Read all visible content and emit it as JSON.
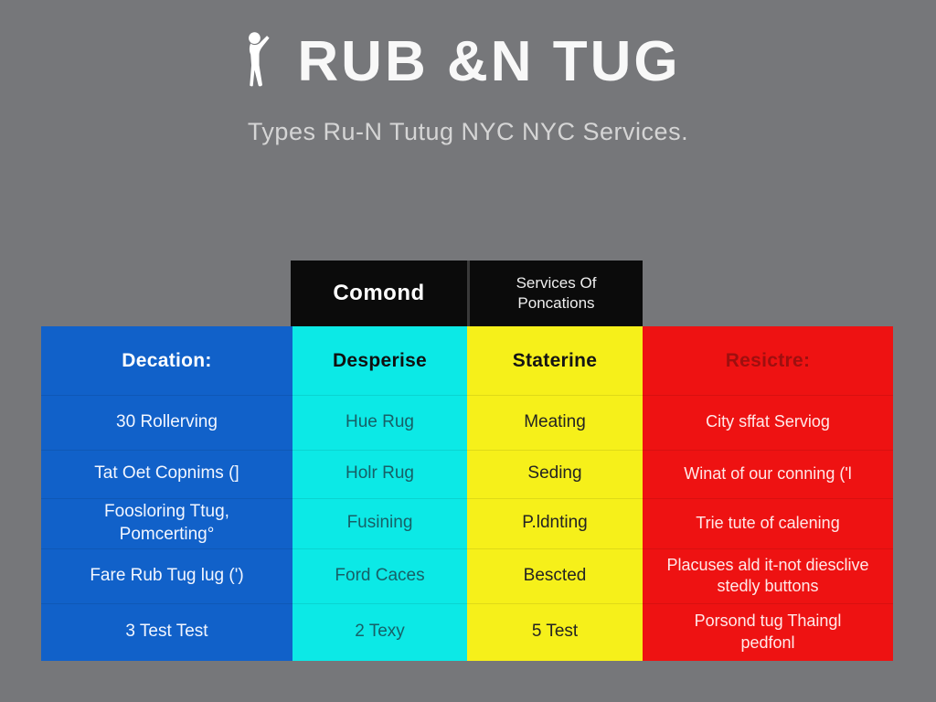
{
  "chart_data": {
    "type": "table",
    "title": "RUB &N TUG",
    "subtitle": "Types Ru-N Tutug NYC NYC Services.",
    "top_headers": [
      "Comond",
      "Services Of\nPoncations"
    ],
    "columns": [
      {
        "header": "Decation:",
        "bg": "#1161c9",
        "header_text_color": "#ffffff",
        "cell_text_color": "#f2f6ff"
      },
      {
        "header": "Desperise",
        "bg": "#0ce9e6",
        "header_text_color": "#101010",
        "cell_text_color": "#176067"
      },
      {
        "header": "Staterine",
        "bg": "#f6f01a",
        "header_text_color": "#141414",
        "cell_text_color": "#232323"
      },
      {
        "header": "Resictre:",
        "bg": "#ee1212",
        "header_text_color": "#9e0f0f",
        "cell_text_color": "#ffe9e9"
      }
    ],
    "rows": [
      [
        "30 Rollerving",
        "Hue Rug",
        "Meating",
        "City sffat Serviog"
      ],
      [
        "Tat Oet Copnims (]",
        "Holr Rug",
        "Seding",
        "Winat of our conning ('l"
      ],
      [
        "Foosloring Ttug,\nPomcerting°",
        "Fusining",
        "P.ldnting",
        "Trie tute of calening"
      ],
      [
        "Fare Rub Tug lug (')",
        "Ford Caces",
        "Bescted",
        "Placuses ald it-not diesclive\nstedly buttons"
      ],
      [
        "3 Test Test",
        "2 Texy",
        "5 Test",
        "Porsond tug Thaingl\npedfonl"
      ]
    ],
    "layout": {
      "grid": false,
      "legend": "none"
    }
  },
  "icon": {
    "name": "person-silhouette",
    "color": "#ffffff"
  },
  "colors": {
    "background": "#76777a",
    "black_header_bg": "#0b0b0b",
    "black_header_divider": "#3a3a3a",
    "black_header_text": "#ffffff",
    "title_text": "#f8f8f8",
    "subtitle_text": "#d5d5d5"
  }
}
